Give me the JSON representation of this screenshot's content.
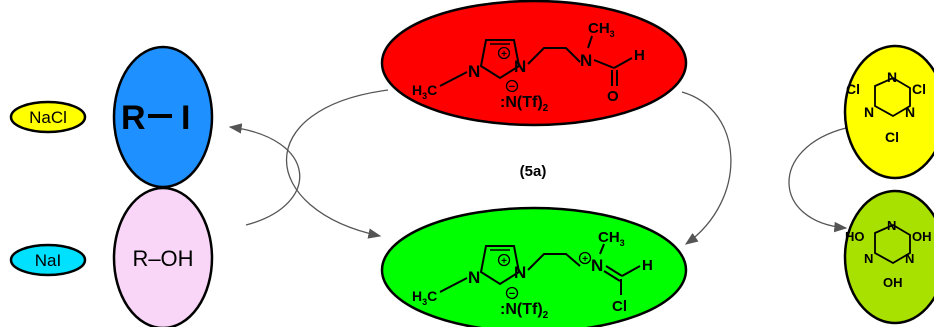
{
  "salts": {
    "top": "NaCl",
    "bottom": "NaI"
  },
  "left_species": {
    "top": {
      "r": "R",
      "x": "I"
    },
    "bottom": "R–OH"
  },
  "center_top": {
    "h3c": "H",
    "h3c_sub": "3",
    "h3c_c": "C",
    "n1": "N",
    "n2": "N",
    "charge_plus": "+",
    "ch3": "CH",
    "ch3_sub": "3",
    "n_amide": "N",
    "h": "H",
    "o": "O",
    "anion_minus": "−",
    "anion": ":N(Tf)",
    "anion_sub": "2"
  },
  "center_label": "(5a)",
  "center_bottom": {
    "h3c": "H",
    "h3c_sub": "3",
    "h3c_c": "C",
    "n1": "N",
    "n2": "N",
    "charge_plus": "+",
    "ch3": "CH",
    "ch3_sub": "3",
    "n_iminium": "N",
    "charge_plus2": "+",
    "h": "H",
    "cl": "Cl",
    "anion_minus": "−",
    "anion": ":N(Tf)",
    "anion_sub": "2"
  },
  "right_top": {
    "cl_left": "Cl",
    "n_top": "N",
    "cl_right": "Cl",
    "n_left": "N",
    "n_right": "N",
    "cl_bottom": "Cl"
  },
  "right_bottom": {
    "oh_left": "HO",
    "n_top": "N",
    "oh_right": "OH",
    "n_left": "N",
    "n_right": "N",
    "oh_bottom": "OH"
  },
  "colors": {
    "red": "#ff0000",
    "green": "#00ff00",
    "blue": "#1e90ff",
    "pink": "#f9d6f7",
    "yellow": "#ffff00",
    "cyan": "#00e0ff",
    "lime": "#a8e000"
  }
}
